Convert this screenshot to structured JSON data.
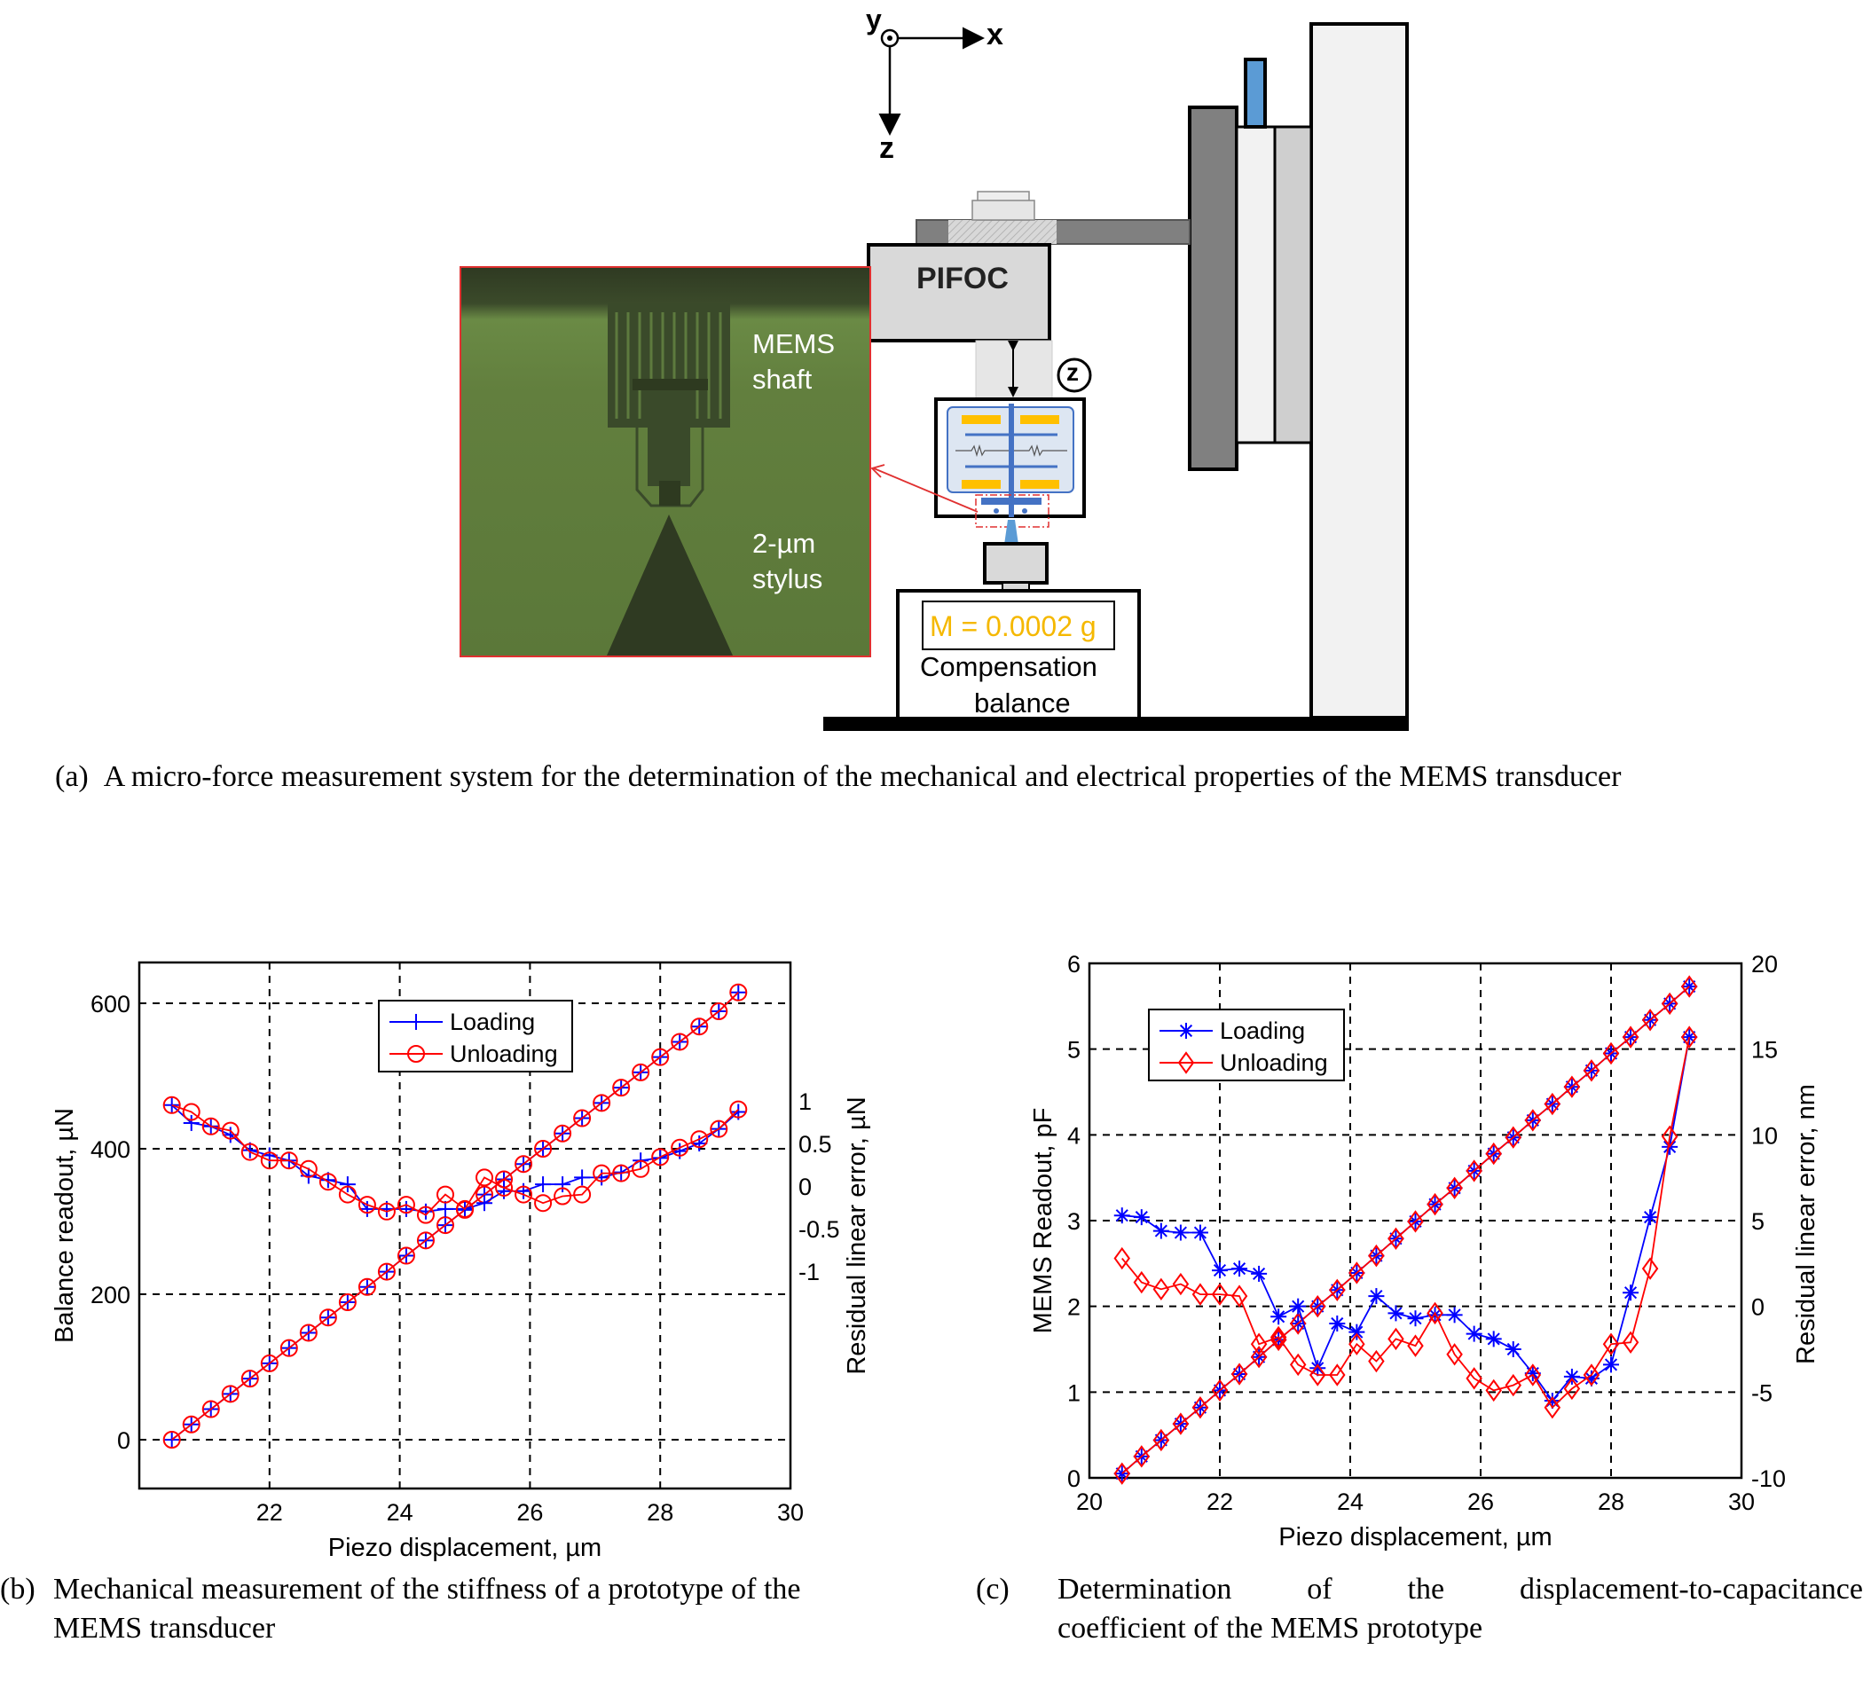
{
  "figure_a": {
    "axes": {
      "x": "x",
      "y": "y",
      "z": "z"
    },
    "pifoc_label": "PIFOC",
    "z_badge": "z",
    "micrograph": {
      "label_top_1": "MEMS",
      "label_top_2": "shaft",
      "label_bottom_1": "2-µm",
      "label_bottom_2": "stylus"
    },
    "balance_display": "M = 0.0002 g",
    "balance_label_1": "Compensation",
    "balance_label_2": "balance",
    "colors": {
      "display_text": "#f5b800",
      "accent_blue": "#5b9bd5",
      "micrograph_green": "#5e7a3a"
    },
    "caption_letter": "(a)",
    "caption": "A micro-force measurement system for the determination of the mechanical and electrical properties of the MEMS transducer"
  },
  "figure_b": {
    "caption_letter": "(b)",
    "caption_line1": "Mechanical measurement of the stiffness of a prototype of the",
    "caption_line2": "MEMS transducer"
  },
  "figure_c": {
    "caption_letter": "(c)",
    "caption_line1_words": [
      "Determination",
      "of",
      "the",
      "displacement-to-capacitance"
    ],
    "caption_line2": "coefficient of the MEMS prototype"
  },
  "chart_data": [
    {
      "id": "b",
      "type": "line",
      "title": "",
      "xlabel": "Piezo displacement, µm",
      "ylabel": "Balance readout, µN",
      "ylabel_right": "Residual linear error,  µN",
      "xlim": [
        20,
        30
      ],
      "ylim": [
        -70,
        660
      ],
      "xticks": [
        "22",
        "24",
        "26",
        "28",
        "30"
      ],
      "yticks": [
        "0",
        "200",
        "400",
        "600"
      ],
      "yticks_right": [
        "-1",
        "-0.5",
        "0",
        "0.5",
        "1"
      ],
      "grid": true,
      "legend": {
        "position": "upper-center",
        "entries": [
          "Loading",
          "Unloading"
        ]
      },
      "colors": {
        "Loading": "#0000ff",
        "Unloading": "#ff0000"
      },
      "x": [
        20.5,
        20.8,
        21.1,
        21.4,
        21.7,
        22.0,
        22.3,
        22.6,
        22.9,
        23.2,
        23.5,
        23.8,
        24.1,
        24.4,
        24.7,
        25.0,
        25.3,
        25.6,
        25.9,
        26.2,
        26.5,
        26.8,
        27.1,
        27.4,
        27.7,
        28.0,
        28.3,
        28.6,
        28.9,
        29.2
      ],
      "series": [
        {
          "name": "Loading (balance readout)",
          "axis": "left",
          "marker": "+",
          "values": [
            0,
            21,
            42,
            63,
            84,
            105,
            126,
            147,
            168,
            189,
            210,
            231,
            253,
            274,
            295,
            316,
            337,
            358,
            379,
            400,
            421,
            442,
            463,
            484,
            505,
            526,
            547,
            568,
            589,
            615
          ]
        },
        {
          "name": "Unloading (balance readout)",
          "axis": "left",
          "marker": "o",
          "values": [
            0,
            21,
            42,
            63,
            84,
            105,
            126,
            147,
            168,
            189,
            210,
            231,
            253,
            274,
            295,
            316,
            337,
            358,
            379,
            400,
            421,
            442,
            463,
            484,
            505,
            526,
            547,
            568,
            589,
            615
          ]
        },
        {
          "name": "Loading (residual)",
          "axis": "right",
          "marker": "+",
          "values": [
            0.95,
            0.74,
            0.7,
            0.6,
            0.42,
            0.36,
            0.3,
            0.12,
            0.07,
            0.02,
            -0.27,
            -0.27,
            -0.27,
            -0.3,
            -0.27,
            -0.27,
            -0.2,
            -0.06,
            -0.06,
            0.02,
            0.02,
            0.1,
            0.1,
            0.16,
            0.3,
            0.33,
            0.41,
            0.5,
            0.67,
            0.87
          ]
        },
        {
          "name": "Unloading (residual)",
          "axis": "right",
          "marker": "o",
          "values": [
            0.95,
            0.87,
            0.7,
            0.65,
            0.4,
            0.3,
            0.3,
            0.2,
            0.05,
            -0.1,
            -0.22,
            -0.3,
            -0.22,
            -0.34,
            -0.1,
            -0.27,
            0.1,
            -0.02,
            -0.1,
            -0.2,
            -0.12,
            -0.1,
            0.15,
            0.15,
            0.2,
            0.34,
            0.45,
            0.55,
            0.67,
            0.9
          ]
        }
      ]
    },
    {
      "id": "c",
      "type": "line",
      "title": "",
      "xlabel": "Piezo displacement, µm",
      "ylabel": "MEMS Readout, pF",
      "ylabel_right": "Residual linear error, nm",
      "xlim": [
        20,
        30
      ],
      "ylim": [
        0,
        6
      ],
      "ylim_right": [
        -10,
        20
      ],
      "xticks": [
        "20",
        "22",
        "24",
        "26",
        "28",
        "30"
      ],
      "yticks": [
        "0",
        "1",
        "2",
        "3",
        "4",
        "5",
        "6"
      ],
      "yticks_right": [
        "-10",
        "-5",
        "0",
        "5",
        "10",
        "15",
        "20"
      ],
      "grid": true,
      "legend": {
        "position": "upper-left",
        "entries": [
          "Loading",
          "Unloading"
        ]
      },
      "colors": {
        "Loading": "#0000ff",
        "Unloading": "#ff0000"
      },
      "x": [
        20.5,
        20.8,
        21.1,
        21.4,
        21.7,
        22.0,
        22.3,
        22.6,
        22.9,
        23.2,
        23.5,
        23.8,
        24.1,
        24.4,
        24.7,
        25.0,
        25.3,
        25.6,
        25.9,
        26.2,
        26.5,
        26.8,
        27.1,
        27.4,
        27.7,
        28.0,
        28.3,
        28.6,
        28.9,
        29.2
      ],
      "series": [
        {
          "name": "Loading (MEMS readout)",
          "axis": "left",
          "marker": "*",
          "values": [
            0.05,
            0.25,
            0.44,
            0.63,
            0.82,
            1.02,
            1.21,
            1.41,
            1.61,
            1.8,
            2.0,
            2.19,
            2.39,
            2.59,
            2.79,
            2.99,
            3.19,
            3.38,
            3.58,
            3.78,
            3.97,
            4.17,
            4.36,
            4.56,
            4.75,
            4.95,
            5.14,
            5.34,
            5.53,
            5.73
          ]
        },
        {
          "name": "Unloading (MEMS readout)",
          "axis": "left",
          "marker": "diamond",
          "values": [
            0.05,
            0.25,
            0.44,
            0.63,
            0.82,
            1.02,
            1.21,
            1.41,
            1.61,
            1.8,
            2.0,
            2.19,
            2.39,
            2.59,
            2.79,
            2.99,
            3.19,
            3.38,
            3.58,
            3.78,
            3.97,
            4.17,
            4.36,
            4.56,
            4.75,
            4.95,
            5.14,
            5.34,
            5.53,
            5.73
          ]
        },
        {
          "name": "Loading (residual)",
          "axis": "right",
          "marker": "*",
          "values": [
            5.3,
            5.2,
            4.4,
            4.3,
            4.3,
            2.1,
            2.2,
            1.9,
            -0.6,
            0.0,
            -3.6,
            -1.0,
            -1.5,
            0.6,
            -0.4,
            -0.7,
            -0.5,
            -0.5,
            -1.6,
            -1.9,
            -2.5,
            -3.9,
            -5.5,
            -4.1,
            -4.2,
            -3.4,
            0.8,
            5.2,
            9.3,
            15.7
          ]
        },
        {
          "name": "Unloading (residual)",
          "axis": "right",
          "marker": "diamond",
          "values": [
            2.8,
            1.4,
            1.0,
            1.3,
            0.7,
            0.7,
            0.6,
            -2.2,
            -1.8,
            -3.4,
            -4.0,
            -4.0,
            -2.2,
            -3.2,
            -1.9,
            -2.3,
            -0.4,
            -2.8,
            -4.2,
            -4.9,
            -4.6,
            -4.0,
            -5.9,
            -4.8,
            -4.0,
            -2.2,
            -2.1,
            2.2,
            9.9,
            15.7
          ]
        }
      ]
    }
  ]
}
